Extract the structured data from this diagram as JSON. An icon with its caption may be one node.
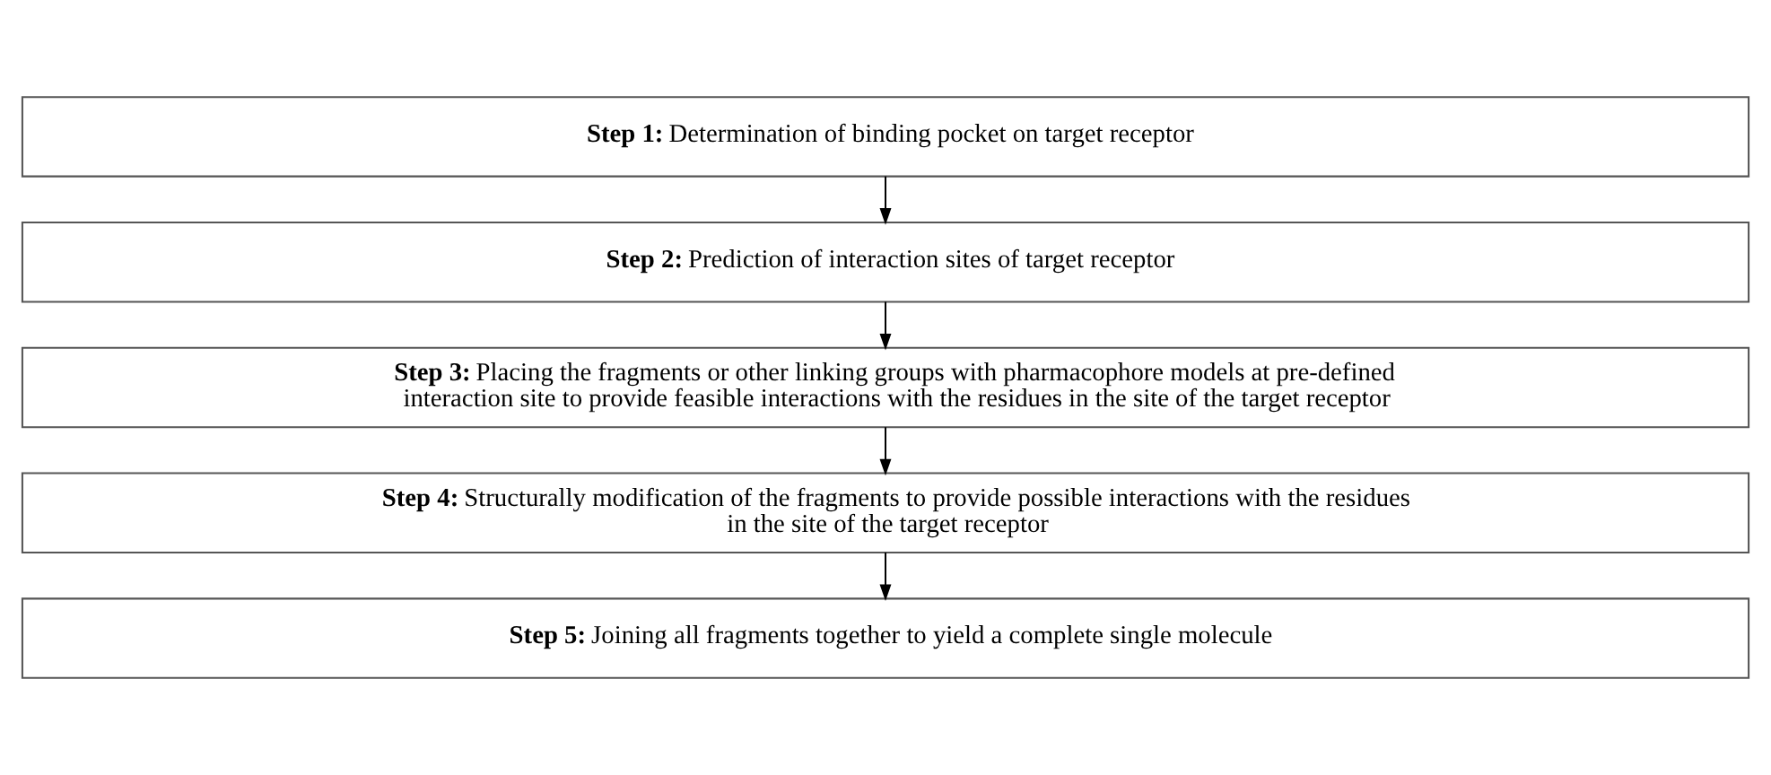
{
  "diagram": {
    "nodes": [
      {
        "text": [
          "**Step 1:** Determination of binding pocket on target receptor"
        ]
      },
      {
        "text": [
          "**Step 2:** Prediction of interaction sites of target receptor"
        ]
      },
      {
        "text": [
          "**Step 3:** Placing the fragments or other linking groups with pharmacophore models at pre-defined interaction site to provide feasible interactions with the residues in the site of the target receptor"
        ]
      },
      {
        "text": [
          "**Step 4:** Structurally modification of the fragments to provide possible interactions with the residues in the site of the target receptor"
        ]
      },
      {
        "text": [
          "**Step 5:** Joining all fragments together to yield a complete single molecule"
        ]
      }
    ],
    "edges": [
      {
        "from": 0,
        "to": 1,
        "arrow": "to"
      },
      {
        "from": 1,
        "to": 2,
        "arrow": "to"
      },
      {
        "from": 2,
        "to": 3,
        "arrow": "to"
      },
      {
        "from": 3,
        "to": 4,
        "arrow": "to"
      }
    ]
  }
}
